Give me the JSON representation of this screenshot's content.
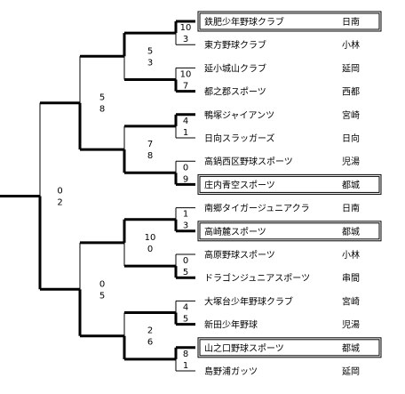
{
  "teams": [
    {
      "name": "鉄肥少年野球クラブ",
      "region": "日南",
      "winner": true
    },
    {
      "name": "東方野球クラブ",
      "region": "小林",
      "winner": false
    },
    {
      "name": "延小城山クラブ",
      "region": "延岡",
      "winner": false
    },
    {
      "name": "都之郡スポーツ",
      "region": "西都",
      "winner": false
    },
    {
      "name": "鴨塚ジャイアンツ",
      "region": "宮崎",
      "winner": false
    },
    {
      "name": "日向スラッガーズ",
      "region": "日向",
      "winner": false
    },
    {
      "name": "高鍋西区野球スポーツ",
      "region": "児湯",
      "winner": false
    },
    {
      "name": "庄内青空スポーツ",
      "region": "都城",
      "winner": true
    },
    {
      "name": "南郷タイガージュニアクラ",
      "region": "日南",
      "winner": false
    },
    {
      "name": "高崎麓スポーツ",
      "region": "都城",
      "winner": true
    },
    {
      "name": "高原野球スポーツ",
      "region": "小林",
      "winner": false
    },
    {
      "name": "ドラゴンジュニアスポーツ",
      "region": "串間",
      "winner": false
    },
    {
      "name": "大塚台少年野球クラブ",
      "region": "宮崎",
      "winner": false
    },
    {
      "name": "新田少年野球",
      "region": "児湯",
      "winner": false
    },
    {
      "name": "山之口野球スポーツ",
      "region": "都城",
      "winner": true
    },
    {
      "name": "島野浦ガッツ",
      "region": "延岡",
      "winner": false
    }
  ],
  "round1": [
    {
      "top": "10",
      "bottom": "3",
      "winner": "top"
    },
    {
      "top": "10",
      "bottom": "7",
      "winner": "bottom"
    },
    {
      "top": "4",
      "bottom": "1",
      "winner": "top"
    },
    {
      "top": "0",
      "bottom": "9",
      "winner": "bottom"
    },
    {
      "top": "1",
      "bottom": "3",
      "winner": "bottom"
    },
    {
      "top": "0",
      "bottom": "5",
      "winner": "bottom"
    },
    {
      "top": "4",
      "bottom": "5",
      "winner": "bottom"
    },
    {
      "top": "8",
      "bottom": "1",
      "winner": "top"
    }
  ],
  "round2": [
    {
      "top": "5",
      "bottom": "3",
      "winner": "top"
    },
    {
      "top": "7",
      "bottom": "8",
      "winner": "bottom"
    },
    {
      "top": "10",
      "bottom": "0",
      "winner": "top"
    },
    {
      "top": "2",
      "bottom": "6",
      "winner": "bottom"
    }
  ],
  "round3": [
    {
      "top": "5",
      "bottom": "8",
      "winner": "bottom"
    },
    {
      "top": "0",
      "bottom": "5",
      "winner": "bottom"
    }
  ],
  "final": {
    "top": "0",
    "bottom": "2",
    "winner": "bottom"
  }
}
